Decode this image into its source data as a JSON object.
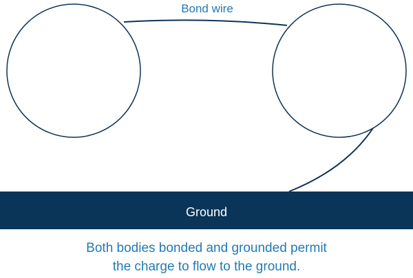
{
  "diagram": {
    "wire_label": "Bond wire",
    "ground_label": "Ground",
    "caption_lines": [
      "Both bodies bonded and grounded permit",
      "the charge to flow to the ground."
    ]
  },
  "colors": {
    "outline": "#0e3254",
    "ground_fill": "#0b3558",
    "ground_text": "#ffffff",
    "label_blue": "#1f7ab5"
  }
}
